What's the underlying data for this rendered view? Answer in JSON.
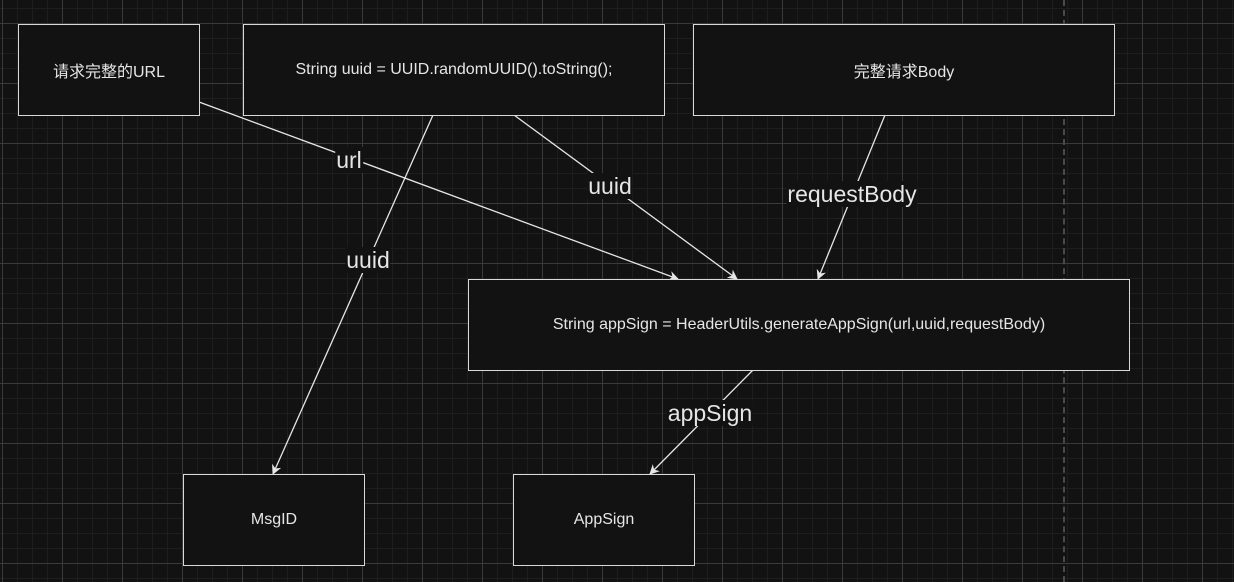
{
  "diagram": {
    "nodes": [
      {
        "id": "full-url",
        "label": "请求完整的URL"
      },
      {
        "id": "uuid-gen",
        "label": "String uuid = UUID.randomUUID().toString();"
      },
      {
        "id": "full-body",
        "label": "完整请求Body"
      },
      {
        "id": "appsign-gen",
        "label": "String appSign = HeaderUtils.generateAppSign(url,uuid,requestBody)"
      },
      {
        "id": "msgid",
        "label": "MsgID"
      },
      {
        "id": "appsign",
        "label": "AppSign"
      }
    ],
    "edges": [
      {
        "from": "full-url",
        "to": "appsign-gen",
        "label": "url"
      },
      {
        "from": "uuid-gen",
        "to": "appsign-gen",
        "label": "uuid"
      },
      {
        "from": "full-body",
        "to": "appsign-gen",
        "label": "requestBody"
      },
      {
        "from": "uuid-gen",
        "to": "msgid",
        "label": "uuid"
      },
      {
        "from": "appsign-gen",
        "to": "appsign",
        "label": "appSign"
      }
    ],
    "colors": {
      "background": "#121212",
      "stroke": "#d9d9d9",
      "text": "#e6e6e6"
    }
  }
}
